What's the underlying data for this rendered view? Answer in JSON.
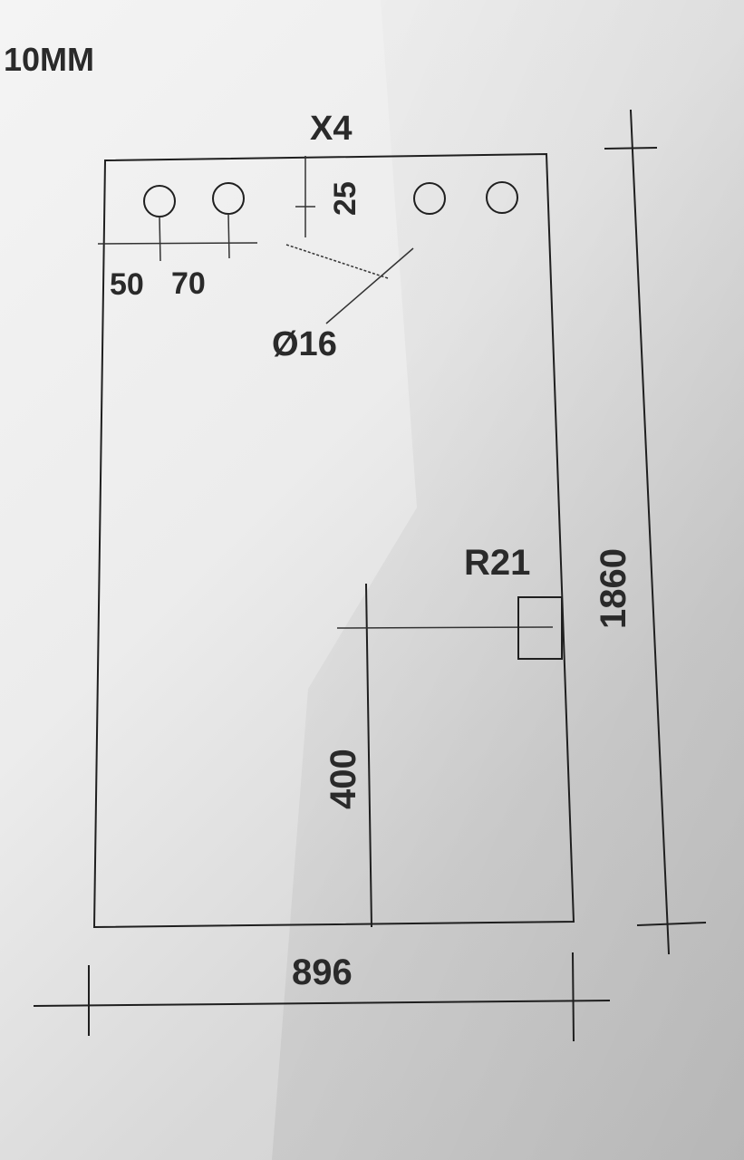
{
  "drawing": {
    "scale_note": "10MM",
    "hole_count_label": "X4",
    "hole_offset_label": "25",
    "hole_spacing_label_1": "50",
    "hole_spacing_label_2": "70",
    "hole_diameter_label": "Ø16",
    "corner_radius_label": "R21",
    "notch_height_label": "400",
    "panel_width_label": "896",
    "panel_height_label": "1860"
  }
}
